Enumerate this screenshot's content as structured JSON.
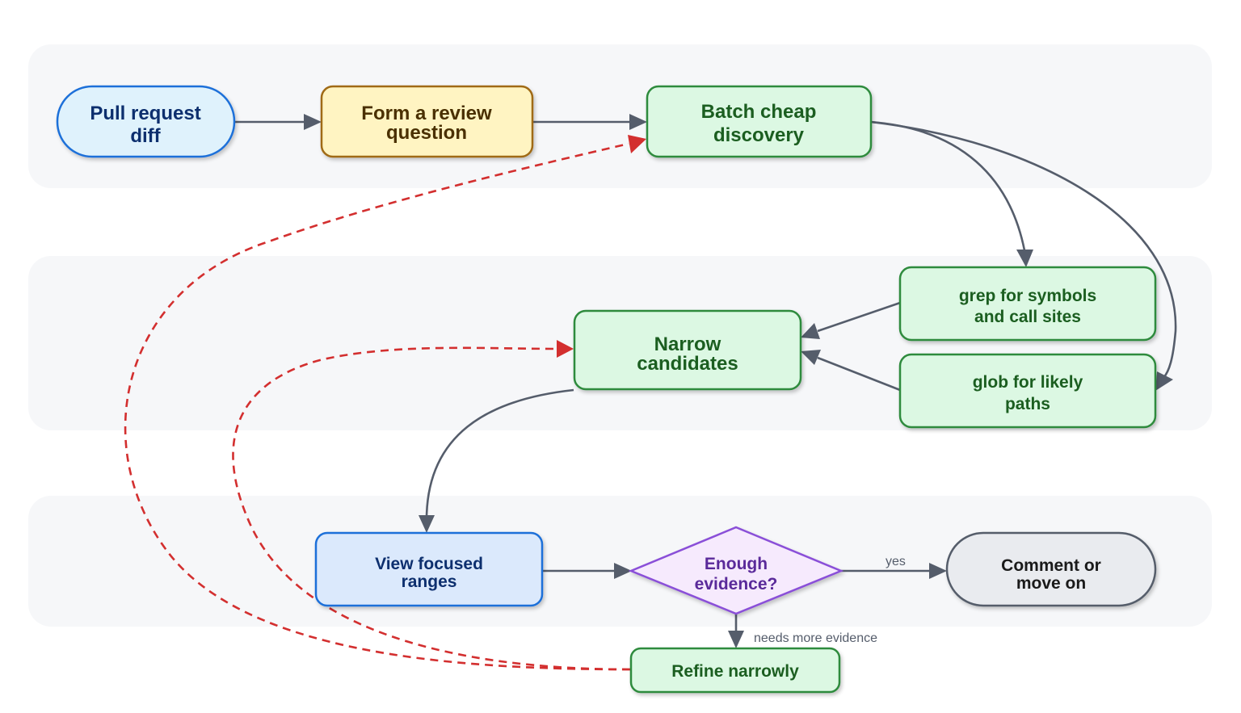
{
  "nodes": {
    "pull_request": {
      "line1": "Pull request",
      "line2": "diff"
    },
    "form_question": {
      "line1": "Form a review",
      "line2": "question"
    },
    "batch_discovery": {
      "line1": "Batch cheap",
      "line2": "discovery"
    },
    "grep_symbols": {
      "line1": "grep for symbols",
      "line2": "and call sites"
    },
    "glob_paths": {
      "line1": "glob for likely",
      "line2": "paths"
    },
    "narrow_candidates": {
      "line1": "Narrow",
      "line2": "candidates"
    },
    "view_ranges": {
      "line1": "View focused",
      "line2": "ranges"
    },
    "enough_evidence": {
      "line1": "Enough",
      "line2": "evidence?"
    },
    "comment_move_on": {
      "line1": "Comment or",
      "line2": "move on"
    },
    "refine_narrowly": {
      "line1": "Refine narrowly"
    }
  },
  "edge_labels": {
    "yes": "yes",
    "needs_more": "needs more evidence"
  },
  "colors": {
    "lane_bg": "#f6f7f9",
    "edge": "#555d6b",
    "loop_edge": "#d32f2f",
    "start_fill": "#dff2fc",
    "start_stroke": "#1e6fd9",
    "start_text": "#0d2f6e",
    "question_fill": "#fff4c2",
    "question_stroke": "#a06a12",
    "question_text": "#4a3000",
    "green_fill": "#dcf8e3",
    "green_stroke": "#2e8b3e",
    "green_text": "#1b5e20",
    "view_fill": "#dbe9fc",
    "view_stroke": "#1e6fd9",
    "view_text": "#0d2f6e",
    "decision_fill": "#f6eafd",
    "decision_stroke": "#8a4fd8",
    "decision_text": "#5a2a9a",
    "end_fill": "#e9ebef",
    "end_stroke": "#555d6b",
    "end_text": "#1a1a1a"
  }
}
